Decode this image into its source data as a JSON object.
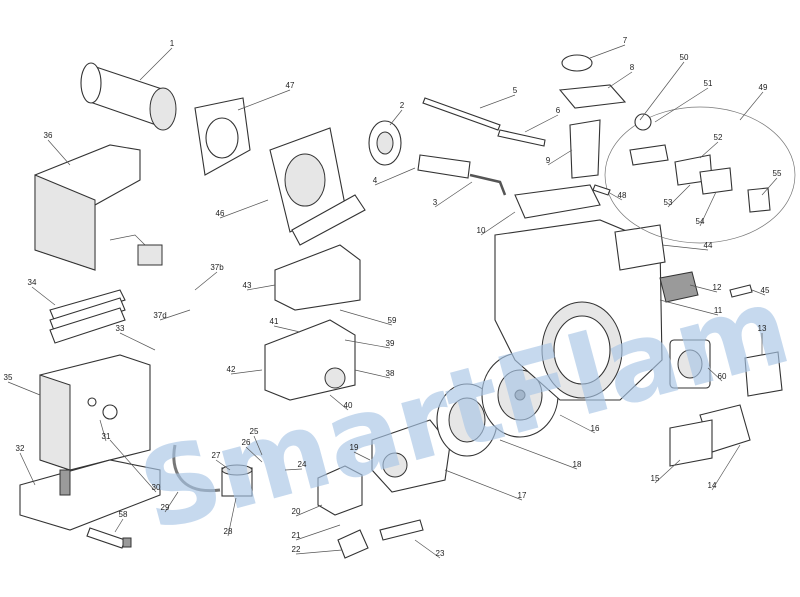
{
  "watermark": "SmartFlam",
  "labels": [
    "1",
    "47",
    "36",
    "46",
    "2",
    "5",
    "6",
    "4",
    "3",
    "7",
    "8",
    "9",
    "50",
    "51",
    "49",
    "52",
    "53",
    "54",
    "55",
    "48",
    "10",
    "44",
    "12",
    "11",
    "45",
    "13",
    "60",
    "14",
    "15",
    "16",
    "18",
    "17",
    "19",
    "20",
    "21",
    "22",
    "23",
    "24",
    "25",
    "26",
    "27",
    "28",
    "29",
    "30",
    "31",
    "32",
    "33",
    "34",
    "35",
    "37b",
    "37d",
    "38",
    "39",
    "40",
    "41",
    "42",
    "43",
    "59",
    "58"
  ],
  "colors": {
    "line": "#333333",
    "watermark": "#a9c6e6",
    "background": "#ffffff"
  }
}
